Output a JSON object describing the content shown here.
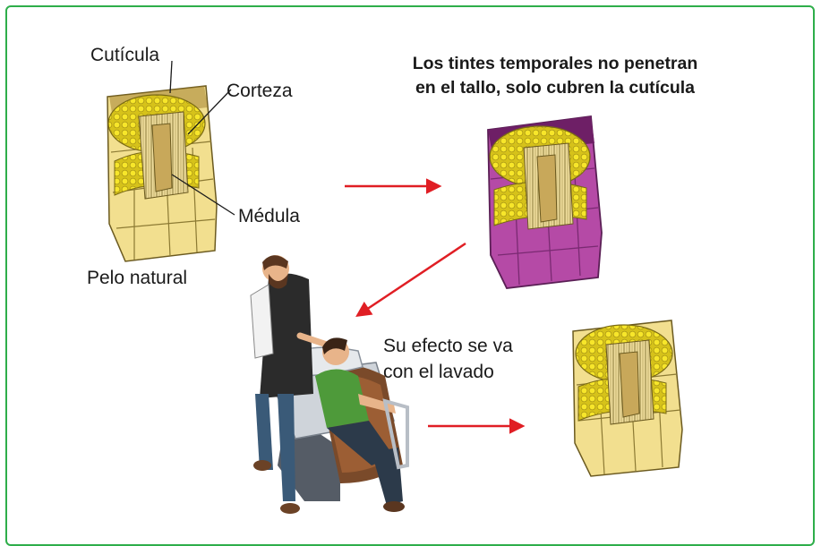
{
  "labels": {
    "cuticula": "Cutícula",
    "corteza": "Corteza",
    "medula": "Médula",
    "pelo_natural": "Pelo natural",
    "tintes_line1": "Los tintes temporales no penetran",
    "tintes_line2": "en el tallo, solo cubren la cutícula",
    "efecto_line1": "Su efecto se va",
    "efecto_line2": "con el lavado"
  },
  "colors": {
    "frame": "#2eae4a",
    "arrow": "#e01e24",
    "hair_natural": "#f2df8f",
    "hair_dyed": "#b54aa6",
    "cortex_dots": "#f5e21a"
  }
}
